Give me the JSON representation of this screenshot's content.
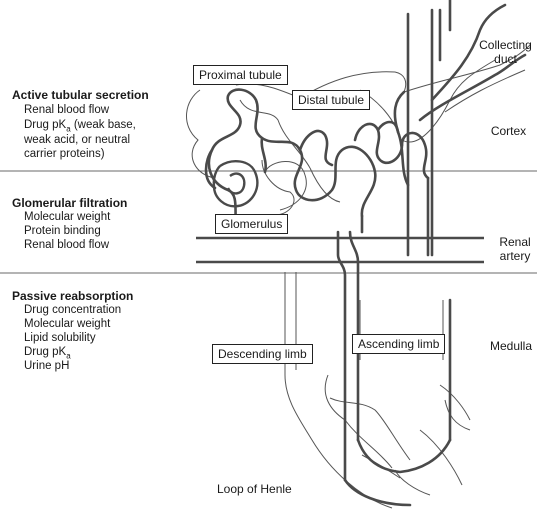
{
  "left_panel": {
    "active": {
      "heading": "Active tubular secretion",
      "items": [
        "Renal blood flow",
        "Drug pKa (weak base,",
        "weak acid, or neutral",
        "carrier proteins)"
      ],
      "pka_prefix": "Drug pK",
      "pka_sub": "a",
      "pka_suffix": " (weak base,"
    },
    "glomerular": {
      "heading": "Glomerular filtration",
      "items": [
        "Molecular weight",
        "Protein binding",
        "Renal blood flow"
      ]
    },
    "passive": {
      "heading": "Passive reabsorption",
      "items": [
        "Drug concentration",
        "Molecular weight",
        "Lipid solubility",
        "Drug pKa",
        "Urine pH"
      ],
      "pka_prefix": "Drug pK",
      "pka_sub": "a"
    }
  },
  "labels": {
    "proximal_tubule": "Proximal tubule",
    "distal_tubule": "Distal tubule",
    "glomerulus": "Glomerulus",
    "descending_limb": "Descending limb",
    "ascending_limb": "Ascending limb",
    "loop_of_henle": "Loop of Henle"
  },
  "right_labels": {
    "collecting_duct_1": "Collecting",
    "collecting_duct_2": "duct",
    "cortex": "Cortex",
    "renal_artery_1": "Renal",
    "renal_artery_2": "artery",
    "medulla": "Medulla"
  },
  "colors": {
    "line": "#4a4a4a",
    "thin": "#555555",
    "divider": "#6a6a6a"
  }
}
